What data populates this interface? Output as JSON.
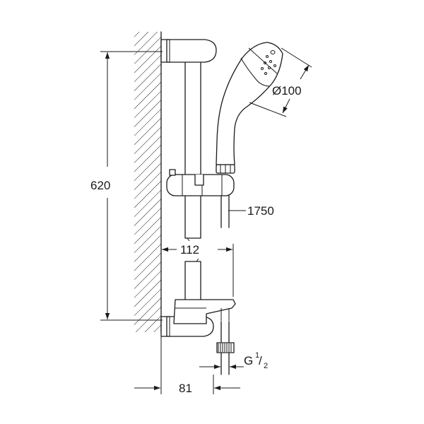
{
  "dimensions": {
    "height": "620",
    "diameter": "Ø100",
    "hose_length": "1750",
    "projection": "112",
    "wall_offset": "81",
    "thread": {
      "main": "G",
      "num": "1",
      "den": "2"
    }
  }
}
